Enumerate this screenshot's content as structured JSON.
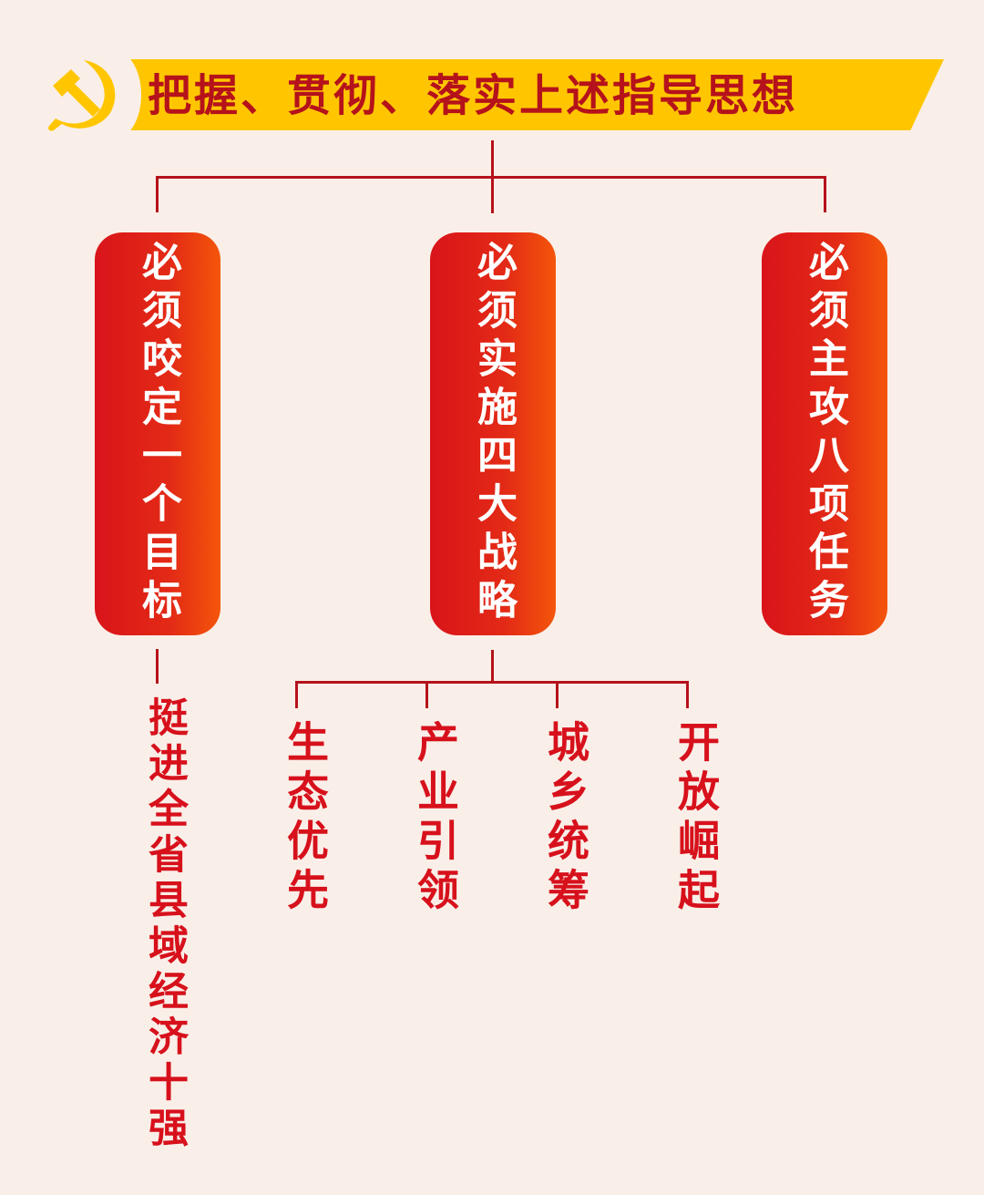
{
  "header": {
    "emblem": "hammer-and-sickle-icon",
    "title": "把握、贯彻、落实上述指导思想"
  },
  "colors": {
    "background": "#f9efe8",
    "banner": "#ffc600",
    "title_text": "#b5121b",
    "connector": "#b5121b",
    "pill_gradient_start": "#d9141a",
    "pill_gradient_end": "#f4560b",
    "leaf_text": "#d7111c"
  },
  "branches": [
    {
      "label": "必须咬定一个目标",
      "children": [
        "挺进全省县域经济十强"
      ]
    },
    {
      "label": "必须实施四大战略",
      "children": [
        "生态优先",
        "产业引领",
        "城乡统筹",
        "开放崛起"
      ]
    },
    {
      "label": "必须主攻八项任务",
      "children": []
    }
  ]
}
